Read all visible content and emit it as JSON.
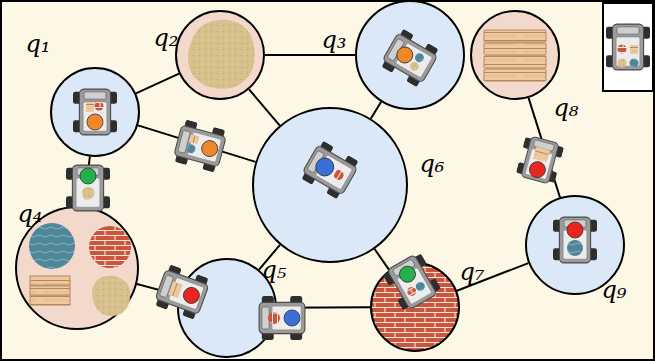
{
  "diagram": {
    "nodes": [
      {
        "text": [
          "q₁"
        ]
      },
      {
        "text": [
          "q₂"
        ]
      },
      {
        "text": [
          "q₃"
        ]
      },
      {
        "text": [
          "q₄"
        ]
      },
      {
        "text": [
          "q₅"
        ]
      },
      {
        "text": [
          "q₆"
        ]
      },
      {
        "text": [
          "q₇"
        ]
      },
      {
        "text": [
          "q₈"
        ]
      },
      {
        "text": [
          "q₉"
        ]
      }
    ],
    "edges": [
      {
        "from": 0,
        "to": 1,
        "arrow": "none"
      },
      {
        "from": 0,
        "to": 3,
        "arrow": "none"
      },
      {
        "from": 0,
        "to": 5,
        "arrow": "none"
      },
      {
        "from": 1,
        "to": 2,
        "arrow": "none"
      },
      {
        "from": 1,
        "to": 5,
        "arrow": "none"
      },
      {
        "from": 2,
        "to": 5,
        "arrow": "none"
      },
      {
        "from": 3,
        "to": 4,
        "arrow": "none"
      },
      {
        "from": 4,
        "to": 5,
        "arrow": "none"
      },
      {
        "from": 4,
        "to": 6,
        "arrow": "none"
      },
      {
        "from": 5,
        "to": 6,
        "arrow": "none"
      },
      {
        "from": 6,
        "to": 8,
        "arrow": "none"
      },
      {
        "from": 7,
        "to": 8,
        "arrow": "none"
      }
    ]
  }
}
